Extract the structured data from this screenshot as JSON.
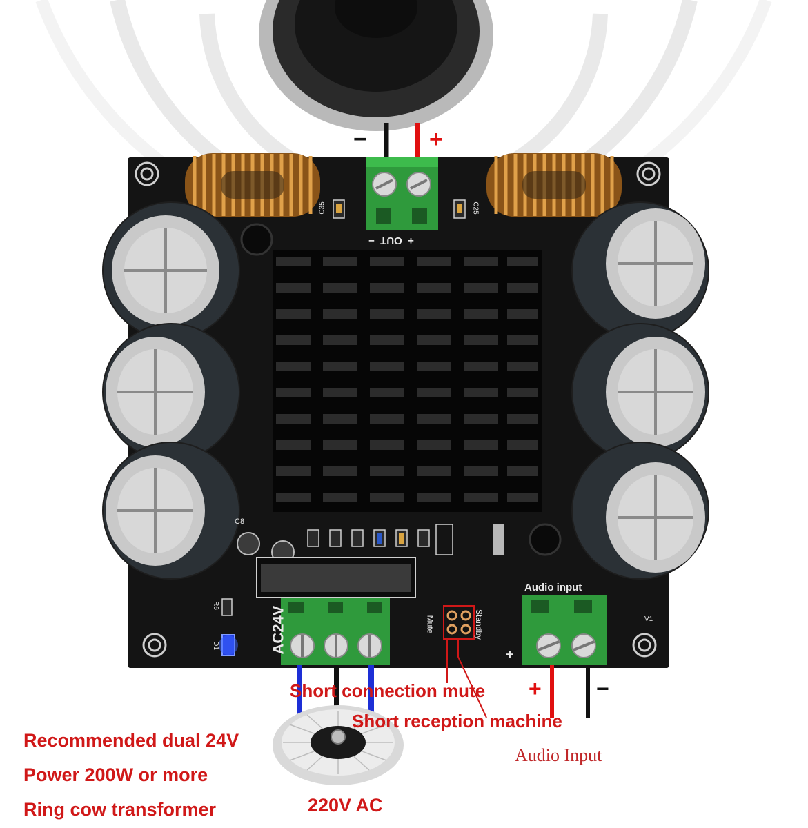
{
  "speaker": {
    "minus_sign": "−",
    "plus_sign": "+"
  },
  "board": {
    "output_label": "OUT",
    "output_minus": "−",
    "output_plus": "+",
    "cap_c35": "C35",
    "cap_c25": "C25",
    "cap_c8": "C8",
    "res_r6": "R6",
    "led_d1": "D1",
    "power_label": "AC24V",
    "mute_label": "Mute",
    "standby_label": "Standby",
    "audio_input_label": "Audio input",
    "v1_label": "V1",
    "input_plus": "+"
  },
  "annotations": {
    "short_mute": "Short connection mute",
    "short_reception": "Short reception machine",
    "audio_input_plus": "+",
    "audio_input_minus": "−",
    "audio_input_caption": "Audio Input",
    "recommend_line1": "Recommended dual 24V",
    "recommend_line2": "Power 200W or more",
    "recommend_line3": "Ring cow transformer",
    "transformer_caption": "220V AC"
  },
  "colors": {
    "pcb": "#141414",
    "terminal": "#2f9a3c",
    "copper": "#c7842e",
    "annotation_red": "#d01818",
    "wire_blue": "#1d2fd6",
    "wire_red": "#e01010"
  }
}
